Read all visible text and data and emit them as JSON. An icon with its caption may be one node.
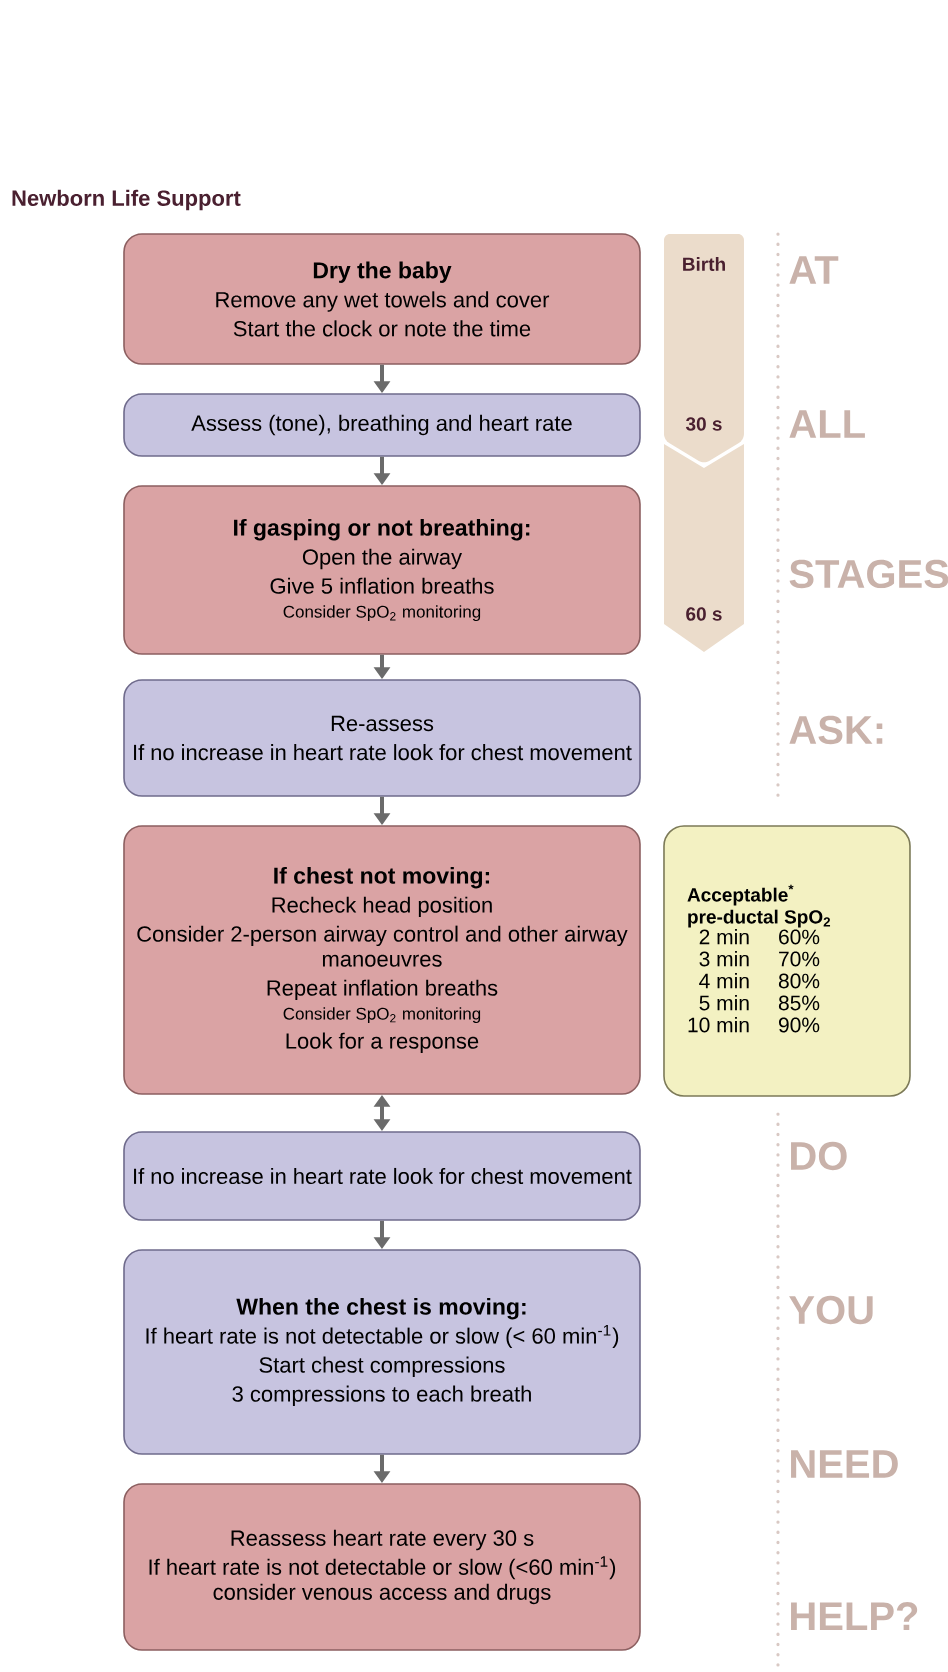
{
  "diagram": {
    "title": "Newborn Life Support",
    "nodes": [
      {
        "text": [
          "Dry the baby",
          "Remove any wet towels and cover",
          "Start the clock or note the time"
        ]
      },
      {
        "text": [
          "Assess (tone), breathing and heart rate"
        ]
      },
      {
        "text": [
          "If gasping or not breathing:",
          "Open the airway",
          "Give 5 inflation breaths",
          "Consider SpO$_{2}$ monitoring"
        ]
      },
      {
        "text": [
          "Re-assess",
          "If no increase in heart rate look for chest movement"
        ]
      },
      {
        "text": [
          "If chest not moving:",
          "Recheck head position",
          "Consider 2-person airway control and other airway manoeuvres",
          "Repeat inflation breaths",
          "Consider SpO$_{2}$ monitoring",
          "Look for a response"
        ]
      },
      {
        "text": [
          "If no increase in heart rate look for chest movement"
        ]
      },
      {
        "text": [
          "When the chest is moving:",
          "If heart rate is not detectable or slow (< 60 min$^{-1}$)",
          "Start chest compressions",
          "3 compressions to each breath"
        ]
      },
      {
        "text": [
          "Reassess heart rate every 30 s",
          "If heart rate is not detectable or slow (<60 min$^{-1}$) consider venous access and drugs"
        ]
      },
      {
        "text": [
          "Birth",
          "30 s",
          "60 s"
        ]
      },
      {
        "text": [
          "Acceptable$^{*}$ pre-ductal SpO$_{2}$",
          "2 min",
          "60%",
          "3 min",
          "70%",
          "4 min",
          "80%",
          "5 min",
          "85%",
          "10 min",
          "90%"
        ]
      }
    ],
    "edges": [
      {
        "from": 0,
        "to": 1,
        "arrow": "to"
      },
      {
        "from": 1,
        "to": 2,
        "arrow": "to"
      },
      {
        "from": 2,
        "to": 3,
        "arrow": "to"
      },
      {
        "from": 3,
        "to": 4,
        "arrow": "to"
      },
      {
        "from": 4,
        "to": 5,
        "arrow": "both"
      },
      {
        "from": 5,
        "to": 6,
        "arrow": "to"
      },
      {
        "from": 6,
        "to": 7,
        "arrow": "to"
      }
    ],
    "labels": [
      "AT",
      "ALL",
      "STAGES",
      "ASK:",
      "DO",
      "YOU",
      "NEED",
      "HELP?"
    ]
  }
}
